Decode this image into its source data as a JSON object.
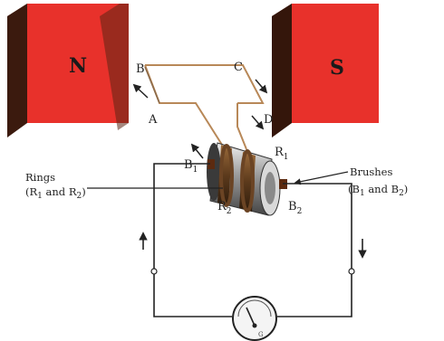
{
  "magnets": {
    "north_label": "N",
    "south_label": "S",
    "body_color": "#e8312b",
    "edge_color": "#4a1f12"
  },
  "coil": {
    "corner_a": "A",
    "corner_b": "B",
    "corner_c": "C",
    "corner_d": "D"
  },
  "brushes": {
    "b1_letter": "B",
    "b1_sub": "1",
    "b2_letter": "B",
    "b2_sub": "2"
  },
  "ring_labels": {
    "r1_letter": "R",
    "r1_sub": "1",
    "r2_letter": "R",
    "r2_sub": "2"
  },
  "annotations": {
    "rings_title": "Rings",
    "rings_detail_open": "(R",
    "rings_detail_sub1": "1",
    "rings_detail_mid": " and R",
    "rings_detail_sub2": "2",
    "rings_detail_close": ")",
    "brushes_title": "Brushes",
    "brushes_detail_open": "(B",
    "brushes_detail_sub1": "1",
    "brushes_detail_mid": " and B",
    "brushes_detail_sub2": "2",
    "brushes_detail_close": ")"
  }
}
